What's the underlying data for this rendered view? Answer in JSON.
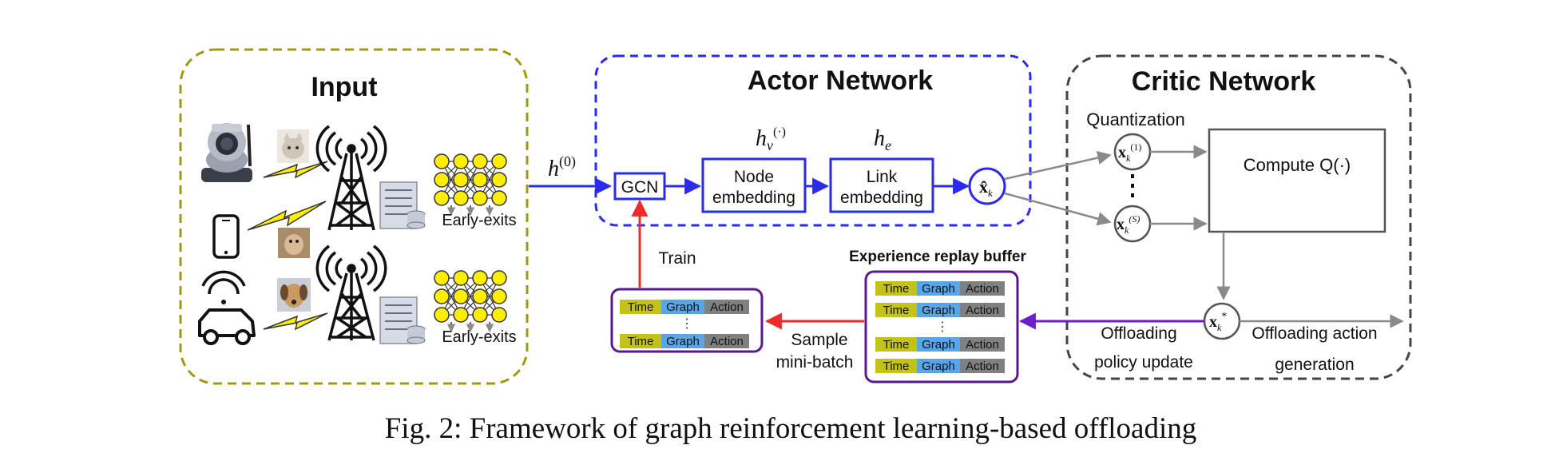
{
  "input": {
    "title": "Input",
    "early_exits_top": "Early-exits",
    "early_exits_bottom": "Early-exits",
    "h0_label": "h",
    "h0_sup": "(0)"
  },
  "actor": {
    "title": "Actor Network",
    "gcn": "GCN",
    "node_line1": "Node",
    "node_line2": "embedding",
    "link_line1": "Link",
    "link_line2": "embedding",
    "hv_label": "h",
    "hv_sub": "v",
    "hv_sup": "(·)",
    "he_label": "h",
    "he_sub": "e",
    "xhat_label": "x̂",
    "xhat_sub": "k"
  },
  "critic": {
    "title": "Critic Network",
    "quantization": "Quantization",
    "x1_label": "x",
    "x1_sub": "k",
    "x1_sup": "(1)",
    "xs_label": "x",
    "xs_sub": "k",
    "xs_sup": "(S)",
    "compute": "Compute Q(·)",
    "xstar_label": "x",
    "xstar_sub": "k",
    "xstar_sup": "*"
  },
  "replay": {
    "title": "Experience replay buffer",
    "train": "Train",
    "sample_line1": "Sample",
    "sample_line2": "mini-batch",
    "offloading_line1": "Offloading",
    "offloading_line2": "policy update",
    "generation_line1": "Offloading action",
    "generation_line2": "generation",
    "cell_time": "Time",
    "cell_graph": "Graph",
    "cell_action": "Action",
    "ellipsis": "⋮"
  },
  "caption": "Fig. 2: Framework of graph reinforcement learning-based offloading",
  "colors": {
    "input_border": "#a09a10",
    "actor_border": "#2b2bef",
    "critic_border": "#444444",
    "train_arrow": "#ee2a2a",
    "update_arrow": "#6a1fc9",
    "buffer_border": "#5a1a8a",
    "cell_time": "#c2c21a",
    "cell_graph": "#58a6e8",
    "cell_action": "#808080",
    "node_yellow": "#ffee00"
  }
}
